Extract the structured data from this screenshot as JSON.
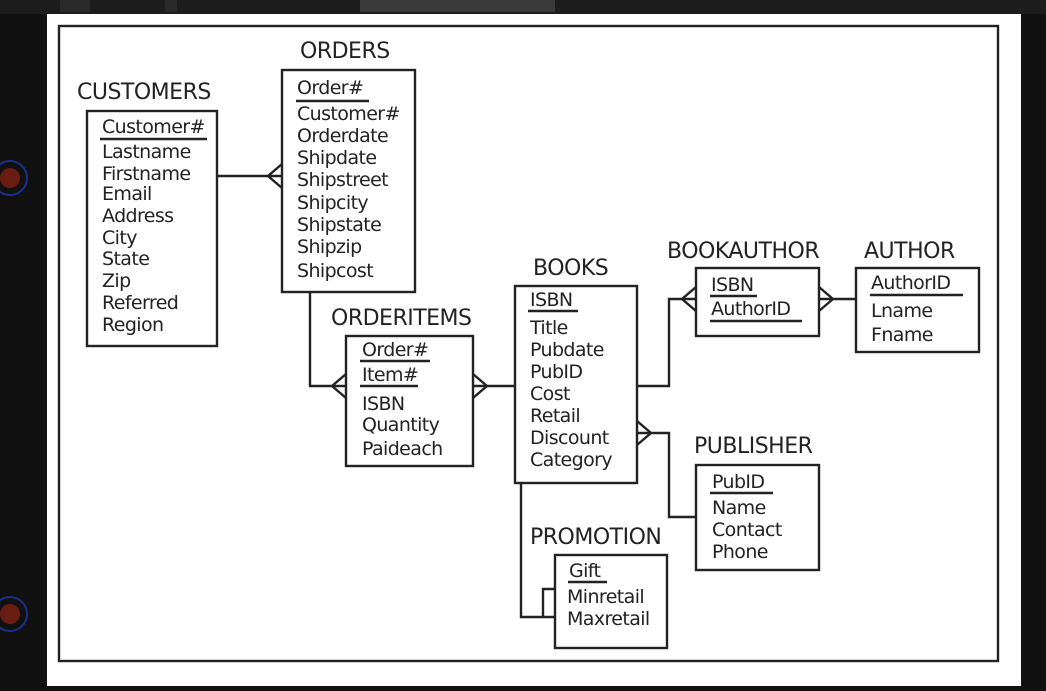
{
  "entities": {
    "customers": {
      "title": "CUSTOMERS",
      "keys": [
        "Customer#"
      ],
      "attrs": [
        "Lastname",
        "Firstname",
        "Email",
        "Address",
        "City",
        "State",
        "Zip",
        "Referred",
        "Region"
      ]
    },
    "orders": {
      "title": "ORDERS",
      "keys": [
        "Order#"
      ],
      "attrs": [
        "Customer#",
        "Orderdate",
        "Shipdate",
        "Shipstreet",
        "Shipcity",
        "Shipstate",
        "Shipzip",
        "Shipcost"
      ]
    },
    "orderitems": {
      "title": "ORDERITEMS",
      "keys": [
        "Order#",
        "Item#"
      ],
      "attrs": [
        "ISBN",
        "Quantity",
        "Paideach"
      ]
    },
    "books": {
      "title": "BOOKS",
      "keys": [
        "ISBN"
      ],
      "attrs": [
        "Title",
        "Pubdate",
        "PubID",
        "Cost",
        "Retail",
        "Discount",
        "Category"
      ]
    },
    "bookauthor": {
      "title": "BOOKAUTHOR",
      "keys": [
        "ISBN",
        "AuthorID"
      ],
      "attrs": []
    },
    "author": {
      "title": "AUTHOR",
      "keys": [
        "AuthorID"
      ],
      "attrs": [
        "Lname",
        "Fname"
      ]
    },
    "publisher": {
      "title": "PUBLISHER",
      "keys": [
        "PubID"
      ],
      "attrs": [
        "Name",
        "Contact",
        "Phone"
      ]
    },
    "promotion": {
      "title": "PROMOTION",
      "keys": [
        "Gift"
      ],
      "attrs": [
        "Minretail",
        "Maxretail"
      ]
    }
  },
  "relationships": [
    {
      "from": "customers",
      "to": "orders",
      "cardinality": "one-to-many"
    },
    {
      "from": "orders",
      "to": "orderitems",
      "cardinality": "one-to-many"
    },
    {
      "from": "books",
      "to": "orderitems",
      "cardinality": "one-to-many"
    },
    {
      "from": "books",
      "to": "bookauthor",
      "cardinality": "one-to-many"
    },
    {
      "from": "author",
      "to": "bookauthor",
      "cardinality": "one-to-many"
    },
    {
      "from": "publisher",
      "to": "books",
      "cardinality": "one-to-many"
    },
    {
      "from": "books",
      "to": "promotion",
      "cardinality": "range-link"
    }
  ],
  "colors": {
    "ink": "#222222",
    "paper": "#ffffff",
    "backdrop": "#111111"
  }
}
